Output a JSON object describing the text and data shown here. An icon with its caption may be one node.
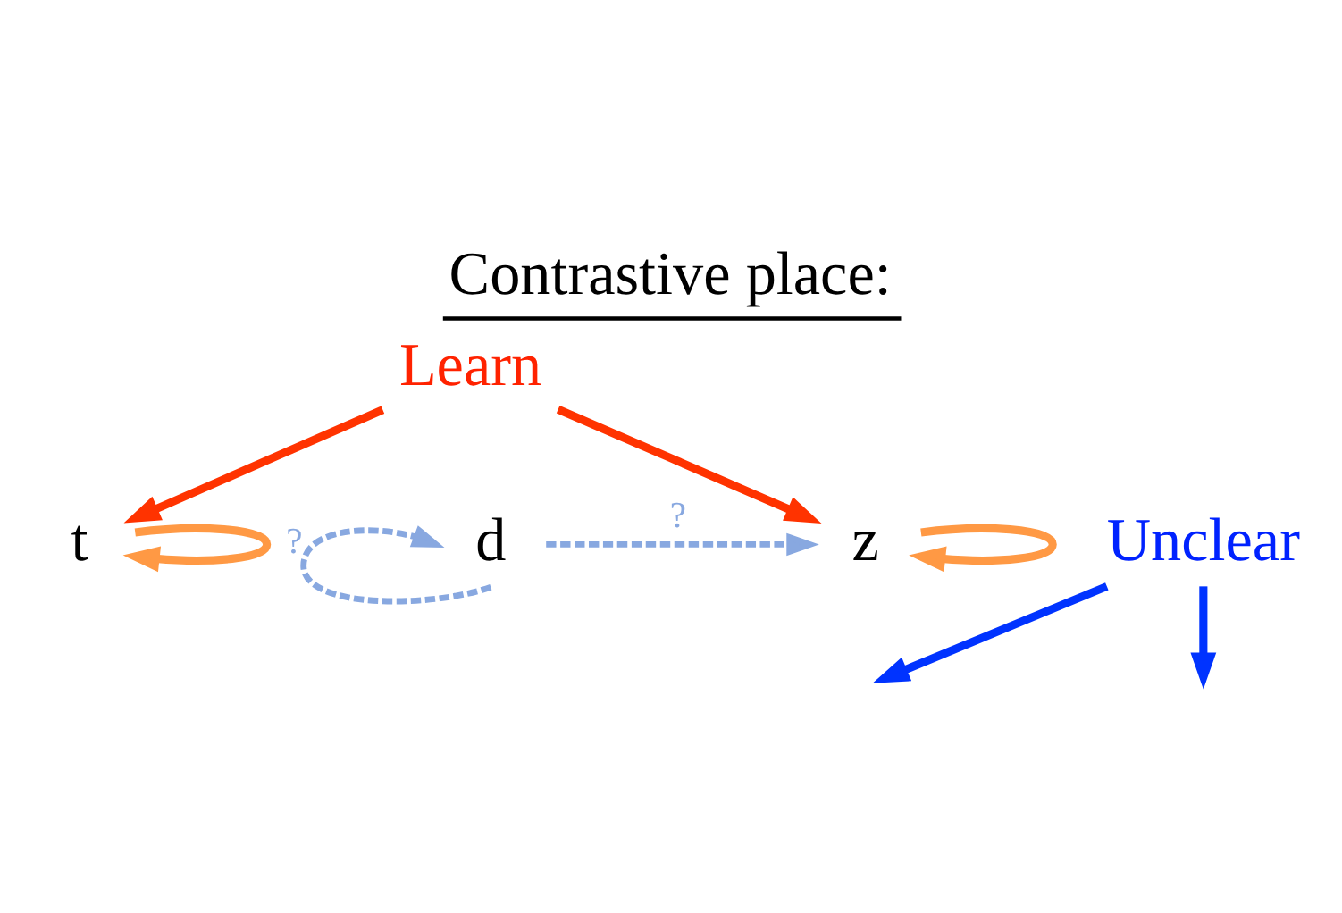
{
  "diagram": {
    "title": "Contrastive place:",
    "nodes": [
      {
        "text": [
          "Learn"
        ]
      },
      {
        "text": [
          "t"
        ]
      },
      {
        "text": [
          "d"
        ]
      },
      {
        "text": [
          "z"
        ]
      },
      {
        "text": [
          "Unclear"
        ]
      }
    ],
    "edges": [
      {
        "from": 0,
        "to": 1,
        "arrow": "to",
        "color": "#ff3300"
      },
      {
        "from": 0,
        "to": 3,
        "arrow": "to",
        "color": "#ff3300"
      },
      {
        "from": 1,
        "to": 1,
        "arrow": "to",
        "color": "#ff9944"
      },
      {
        "from": 3,
        "to": 3,
        "arrow": "to",
        "color": "#ff9944"
      },
      {
        "from": 2,
        "to": 2,
        "arrow": "to",
        "style": "dashed",
        "color": "#88a8e0",
        "label": "?"
      },
      {
        "from": 2,
        "to": 3,
        "arrow": "to",
        "style": "dashed",
        "color": "#88a8e0",
        "label": "?"
      },
      {
        "from": 4,
        "to": null,
        "arrow": "to",
        "color": "#0033ff"
      },
      {
        "from": 4,
        "to": null,
        "arrow": "to",
        "color": "#0033ff"
      }
    ]
  }
}
